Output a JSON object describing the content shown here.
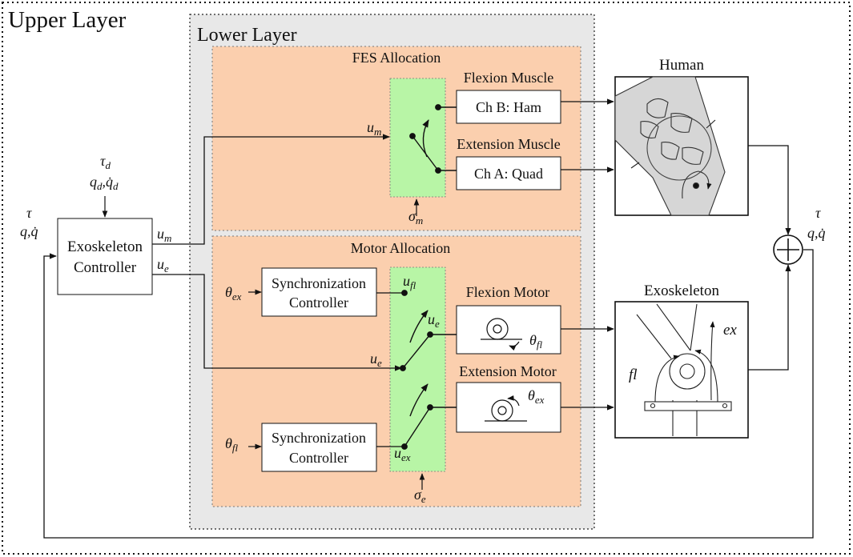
{
  "layers": {
    "upper": "Upper Layer",
    "lower": "Lower Layer"
  },
  "fes": {
    "title": "FES Allocation",
    "flexion_label": "Flexion Muscle",
    "flexion_box": "Ch B: Ham",
    "extension_label": "Extension Muscle",
    "extension_box": "Ch A: Quad",
    "input": "u",
    "input_sub": "m",
    "selector": "σ",
    "selector_sub": "m"
  },
  "motor": {
    "title": "Motor Allocation",
    "sync_line1": "Synchronization",
    "sync_line2": "Controller",
    "theta": "θ",
    "sub_ex": "ex",
    "sub_fl": "fl",
    "u": "u",
    "sub_e": "e",
    "flexion_label": "Flexion Motor",
    "extension_label": "Extension Motor",
    "selector": "σ",
    "selector_sub": "e"
  },
  "controller": {
    "line1": "Exoskeleton",
    "line2": "Controller",
    "tau": "τ",
    "sub_d": "d",
    "q": "q",
    "q_sep": ",",
    "qdot": "q̇",
    "out_u": "u",
    "out_m": "m",
    "out_e": "e"
  },
  "human": {
    "title": "Human"
  },
  "exo": {
    "title": "Exoskeleton",
    "label_fl": "fl",
    "label_ex": "ex"
  },
  "summing": {
    "tau": "τ",
    "q": "q",
    "sep": ",",
    "qdot": "q̇"
  },
  "colors": {
    "fes_bg": "#fbcfae",
    "motor_bg": "#fbcfae",
    "switch_bg": "#b8f5a6",
    "lower_bg": "#e8e8e8",
    "human_fill": "#d6d6d6"
  }
}
